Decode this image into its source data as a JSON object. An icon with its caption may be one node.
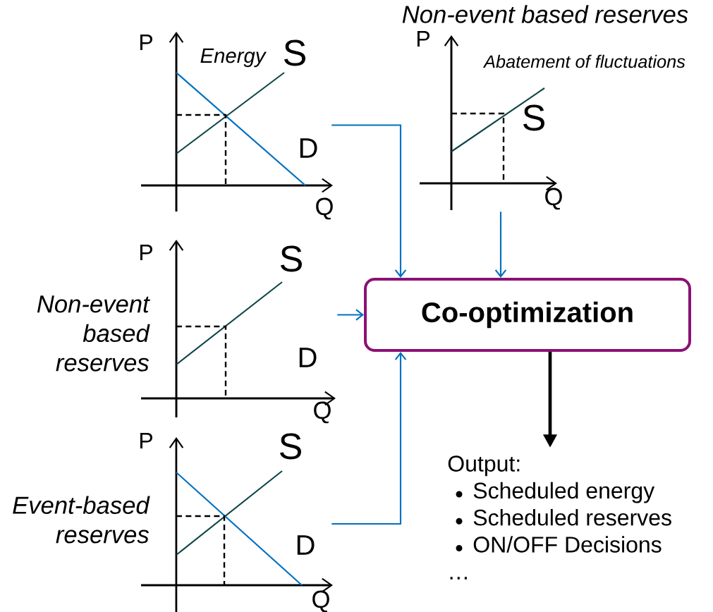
{
  "diagram": {
    "nodes": [
      {
        "text": [
          "Energy"
        ]
      },
      {
        "text": [
          "Non-event based reserves",
          "Abatement of fluctuations"
        ]
      },
      {
        "text": [
          "Non-event based reserves"
        ]
      },
      {
        "text": [
          "Event-based reserves"
        ]
      },
      {
        "text": [
          "Co-optimization"
        ]
      },
      {
        "text": [
          "Output:",
          "Scheduled energy",
          "Scheduled reserves",
          "ON/OFF Decisions",
          "…"
        ]
      }
    ],
    "edges": [
      {
        "from": 0,
        "to": 4,
        "arrow": "to"
      },
      {
        "from": 1,
        "to": 4,
        "arrow": "to"
      },
      {
        "from": 2,
        "to": 4,
        "arrow": "to"
      },
      {
        "from": 3,
        "to": 4,
        "arrow": "to"
      },
      {
        "from": 4,
        "to": 5,
        "arrow": "to",
        "style": "thick",
        "color": "#000000"
      }
    ],
    "labels": [
      "P",
      "S",
      "D",
      "Q",
      "P",
      "S",
      "Q",
      "P",
      "S",
      "D",
      "Q",
      "P",
      "S",
      "D",
      "Q"
    ]
  }
}
